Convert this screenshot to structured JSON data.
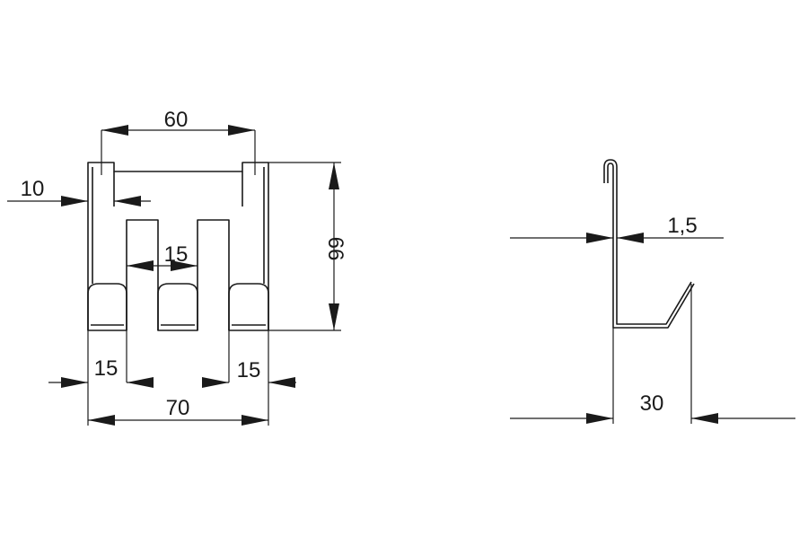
{
  "front_view": {
    "dim_top_width": "60",
    "dim_side_offset": "10",
    "dim_gap": "15",
    "dim_height": "66",
    "dim_left_foot": "15",
    "dim_right_foot": "15",
    "dim_total_width": "70"
  },
  "side_view": {
    "dim_thickness": "1,5",
    "dim_depth": "30"
  }
}
